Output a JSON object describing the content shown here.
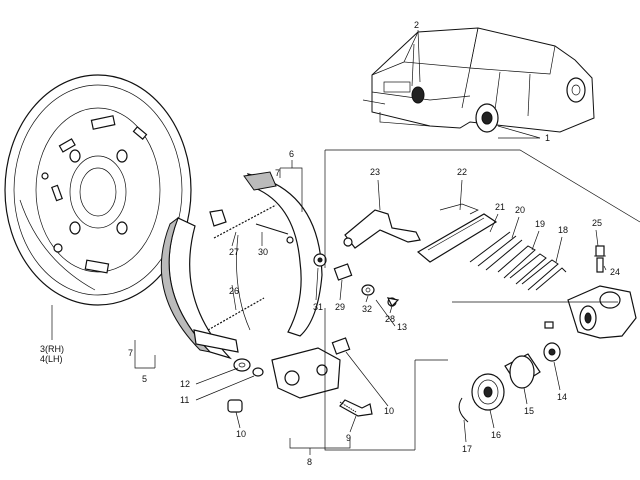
{
  "callouts": {
    "c1": "1",
    "c2": "2",
    "c3": "3(RH)",
    "c4": "4(LH)",
    "c5": "5",
    "c6": "6",
    "c7a": "7",
    "c7b": "7",
    "c8": "8",
    "c9": "9",
    "c10a": "10",
    "c10b": "10",
    "c11": "11",
    "c12": "12",
    "c13": "13",
    "c14": "14",
    "c15": "15",
    "c16": "16",
    "c17": "17",
    "c18": "18",
    "c19": "19",
    "c20": "20",
    "c21": "21",
    "c22": "22",
    "c23": "23",
    "c24": "24",
    "c25": "25",
    "c26": "26",
    "c27": "27",
    "c28": "28",
    "c29": "29",
    "c30": "30",
    "c31": "31",
    "c32": "32"
  }
}
